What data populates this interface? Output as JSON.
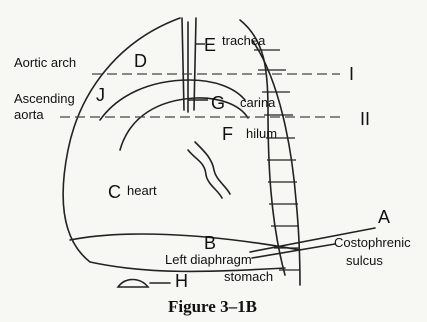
{
  "letters": {
    "a": "A",
    "b": "B",
    "c": "C",
    "d": "D",
    "e": "E",
    "f": "F",
    "g": "G",
    "h": "H",
    "i": "I",
    "ii": "II",
    "j": "J"
  },
  "annotations": {
    "trachea": "trachea",
    "aortic_arch": "Aortic arch",
    "ascending_aorta_line1": "Ascending",
    "ascending_aorta_line2": "aorta",
    "carina": "carina",
    "hilum": "hilum",
    "heart": "heart",
    "costophrenic_line1": "Costophrenic",
    "costophrenic_line2": "sulcus",
    "left_diaphragm": "Left diaphragm",
    "stomach": "stomach"
  },
  "caption": "Figure 3–1B"
}
